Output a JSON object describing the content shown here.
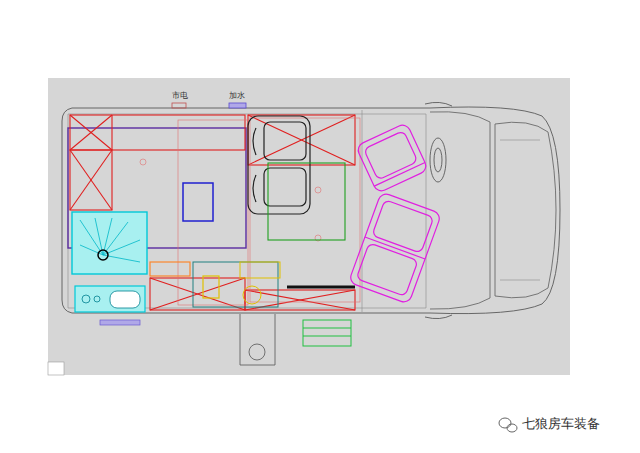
{
  "diagram": {
    "labels": [
      "市电",
      "加水",
      "七狼房车装备"
    ]
  }
}
